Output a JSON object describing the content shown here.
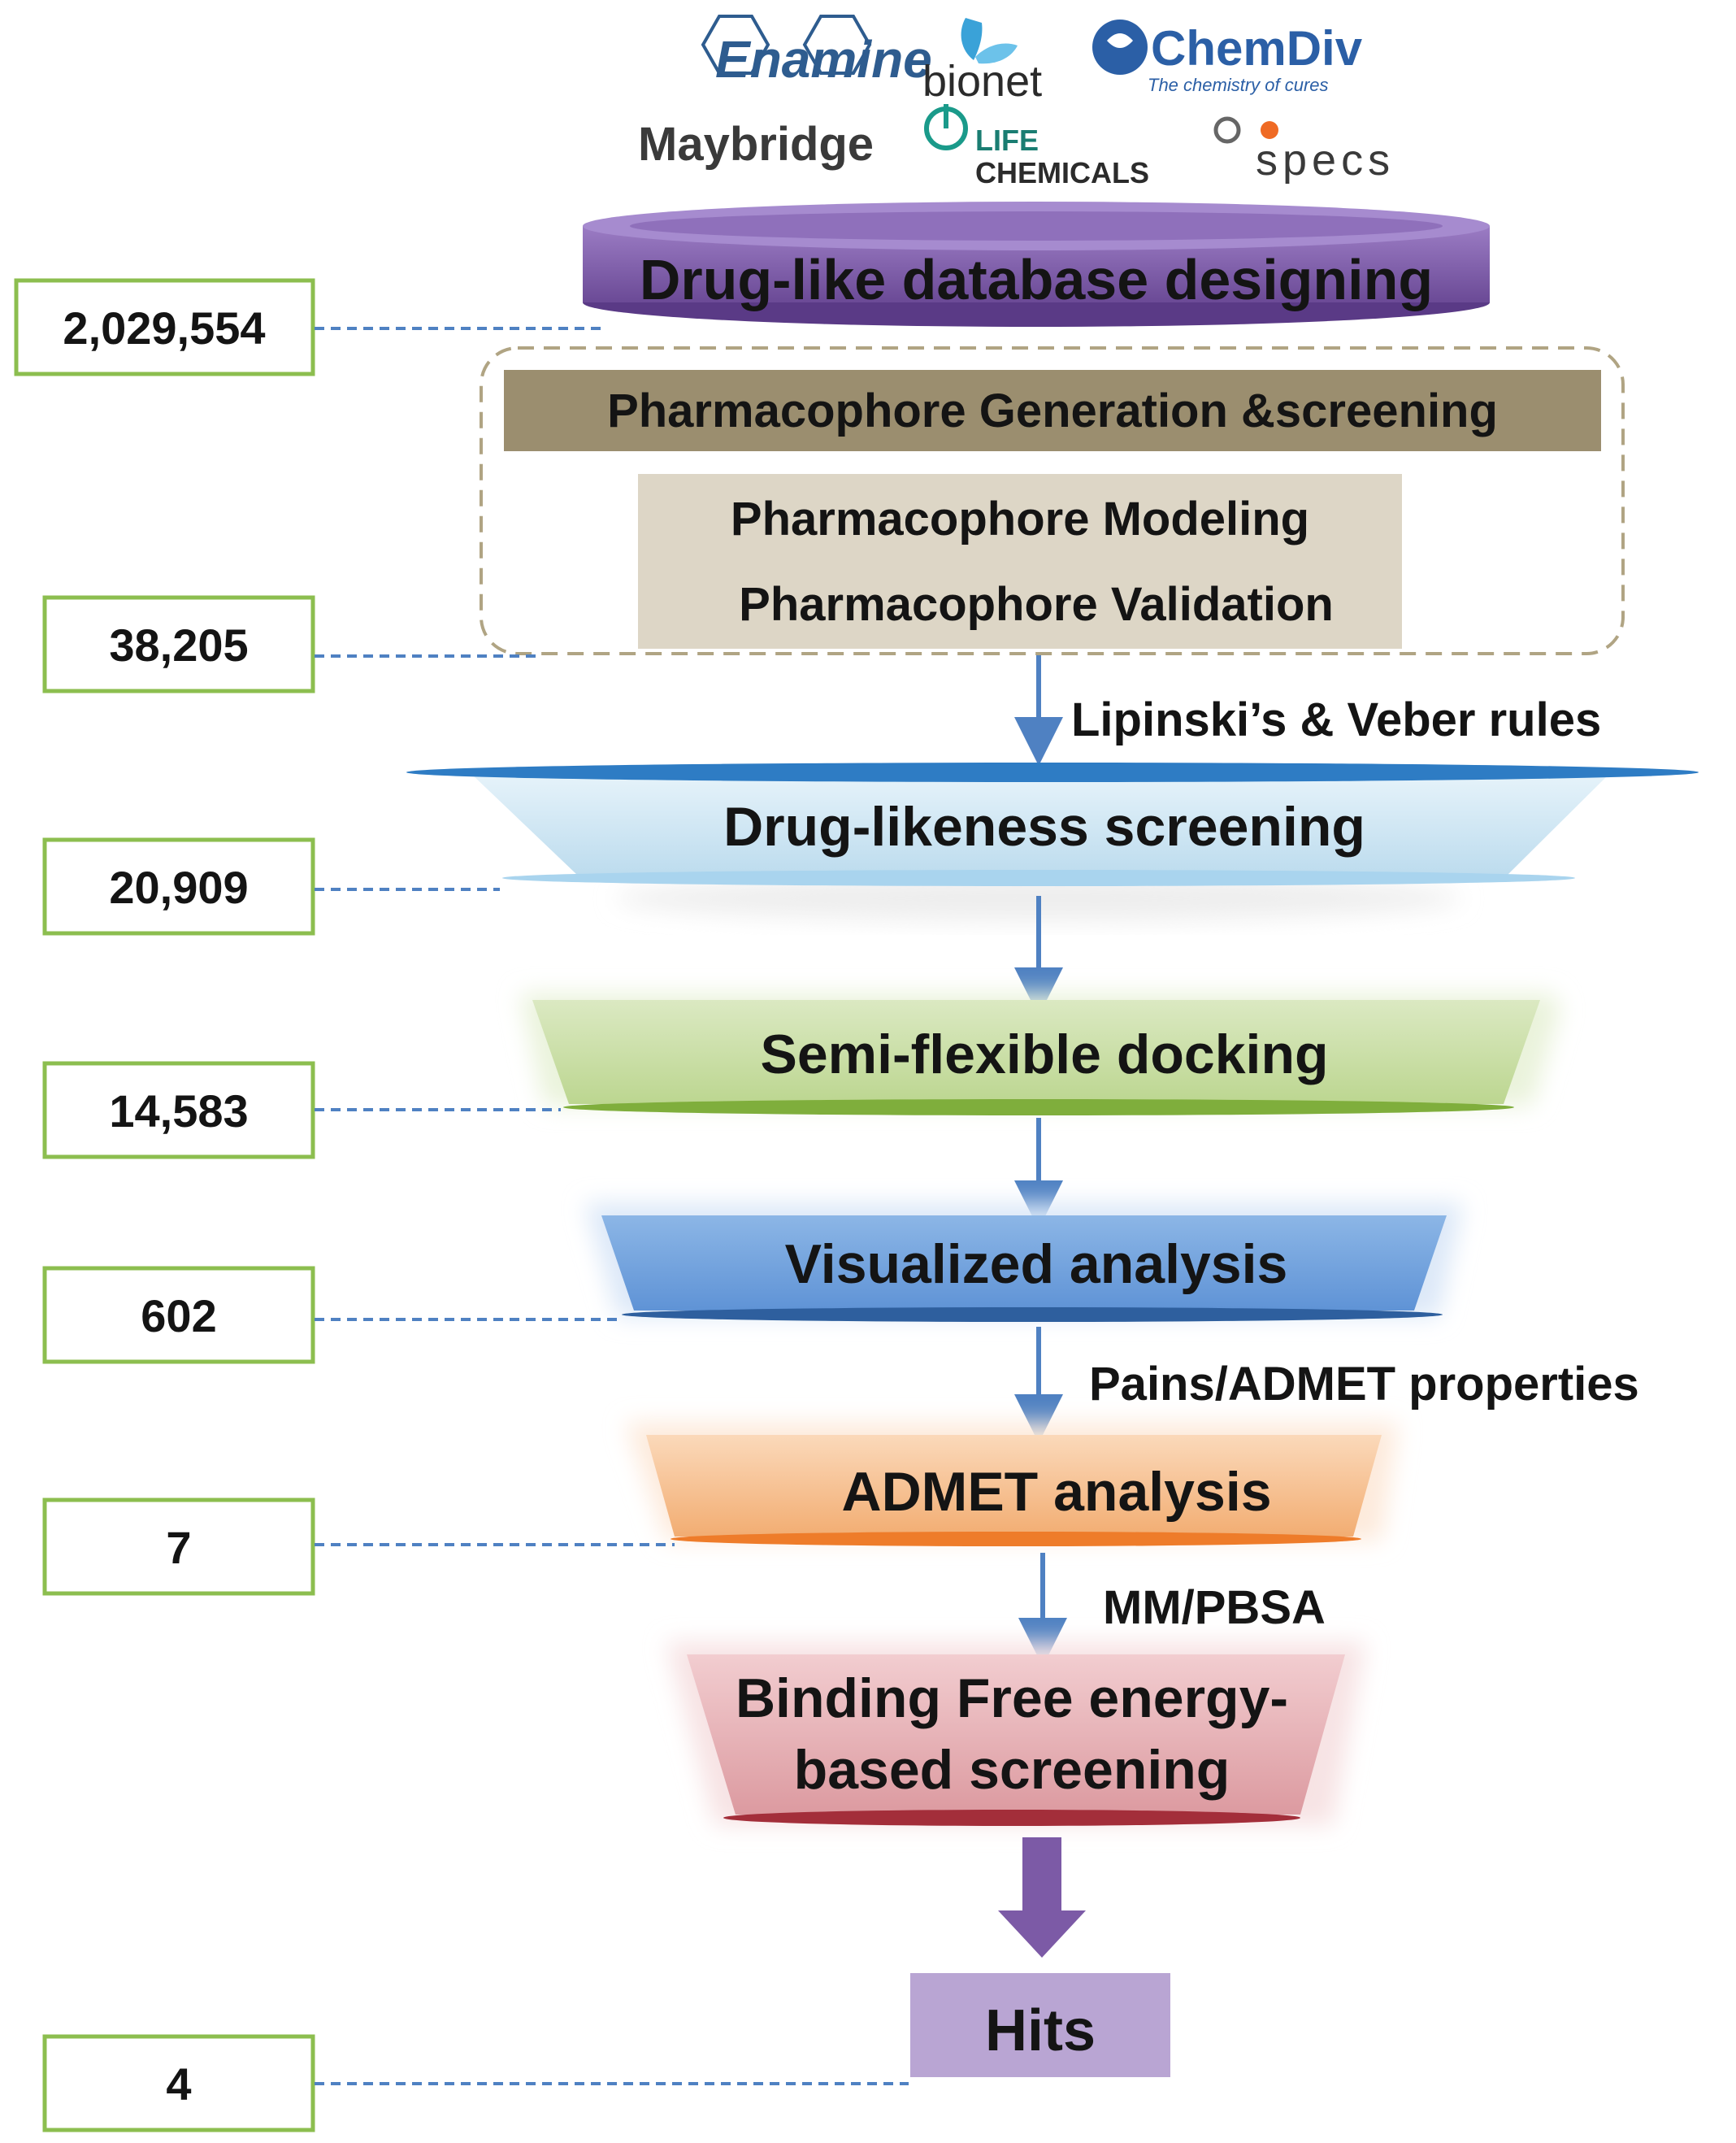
{
  "logos": {
    "enamine": "Enamine",
    "bionet": "bionet",
    "chemdiv": "ChemDiv",
    "chemdiv_tagline": "The chemistry of cures",
    "maybridge": "Maybridge",
    "life_chemicals_1": "LIFE",
    "life_chemicals_2": "CHEMICALS",
    "specs": "specs"
  },
  "stages": {
    "database": "Drug-like database designing",
    "pharm_gen": "Pharmacophore  Generation &screening",
    "pharm_model": "Pharmacophore  Modeling",
    "pharm_valid": "Pharmacophore  Validation",
    "druglike": "Drug-likeness screening",
    "docking": "Semi-flexible docking",
    "visual": "Visualized analysis",
    "admet": "ADMET analysis",
    "bfe_1": "Binding Free energy-",
    "bfe_2": "based screening",
    "hits": "Hits"
  },
  "notes": {
    "lipinski": "Lipinski’s & Veber rules",
    "pains": "Pains/ADMET  properties",
    "mmpbsa": "MM/PBSA"
  },
  "counts": [
    "2,029,554",
    "38,205",
    "20,909",
    "14,583",
    "602",
    "7",
    "4"
  ],
  "colors": {
    "purple": "#7c5aa6",
    "khaki": "#9b8e6f",
    "khaki_light": "#ddd6c6",
    "blue_light": "#cde6f3",
    "green": "#cfe0ad",
    "blue": "#7aa8df",
    "orange": "#f6c49a",
    "pink": "#e8b4b8",
    "hits": "#b9a5d3",
    "box_border": "#8cbe4f",
    "arrow": "#4f81c2",
    "dash": "#4f81c2"
  }
}
